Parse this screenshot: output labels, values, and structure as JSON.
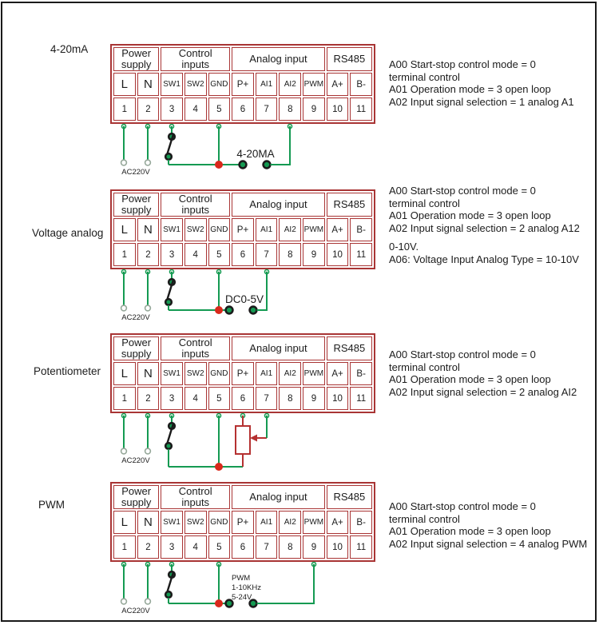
{
  "colors": {
    "table_border": "#a93535",
    "wire_green": "#149a52",
    "junction_red": "#d9291c",
    "switch_black": "#1b1b1b",
    "potentiometer_red": "#b53131"
  },
  "table": {
    "groups": [
      {
        "label": "Power\nsupply",
        "span": 2
      },
      {
        "label": "Control\ninputs",
        "span": 3
      },
      {
        "label": "Analog input",
        "span": 4
      },
      {
        "label": "RS485",
        "span": 2
      }
    ],
    "terminals": [
      {
        "name": "L",
        "num": "1"
      },
      {
        "name": "N",
        "num": "2"
      },
      {
        "name": "SW1",
        "num": "3"
      },
      {
        "name": "SW2",
        "num": "4"
      },
      {
        "name": "GND",
        "num": "5"
      },
      {
        "name": "P+",
        "num": "6"
      },
      {
        "name": "AI1",
        "num": "7"
      },
      {
        "name": "AI2",
        "num": "8"
      },
      {
        "name": "PWM",
        "num": "9"
      },
      {
        "name": "A+",
        "num": "10"
      },
      {
        "name": "B-",
        "num": "11"
      }
    ]
  },
  "diagrams": [
    {
      "side_label": "4-20mA",
      "labels": {
        "power": "AC220V",
        "source": "4-20MA"
      },
      "annotations": [
        "A00 Start-stop control mode = 0",
        "terminal control",
        "A01 Operation mode = 3 open loop",
        "A02 Input signal selection = 1 analog A1"
      ]
    },
    {
      "side_label": "Voltage analog",
      "labels": {
        "power": "AC220V",
        "source": "DC0-5V"
      },
      "annotations": [
        "A00 Start-stop control mode = 0",
        "terminal control",
        "A01 Operation mode = 3 open loop",
        "A02 Input signal selection = 2 analog A12",
        "",
        "0-10V.",
        "A06: Voltage Input Analog Type = 10-10V"
      ]
    },
    {
      "side_label": "Potentiometer",
      "labels": {
        "power": "AC220V"
      },
      "annotations": [
        "A00 Start-stop control mode = 0",
        "terminal control",
        "A01 Operation mode = 3 open loop",
        "A02 Input signal selection = 2 analog AI2"
      ]
    },
    {
      "side_label": "PWM",
      "labels": {
        "power": "AC220V",
        "pwm_line1": "PWM",
        "pwm_line2": "1-10KHz",
        "pwm_line3": "5-24V"
      },
      "annotations": [
        "A00 Start-stop control mode = 0",
        "terminal control",
        "A01 Operation mode = 3 open loop",
        "A02 Input signal selection = 4 analog PWM"
      ]
    }
  ]
}
